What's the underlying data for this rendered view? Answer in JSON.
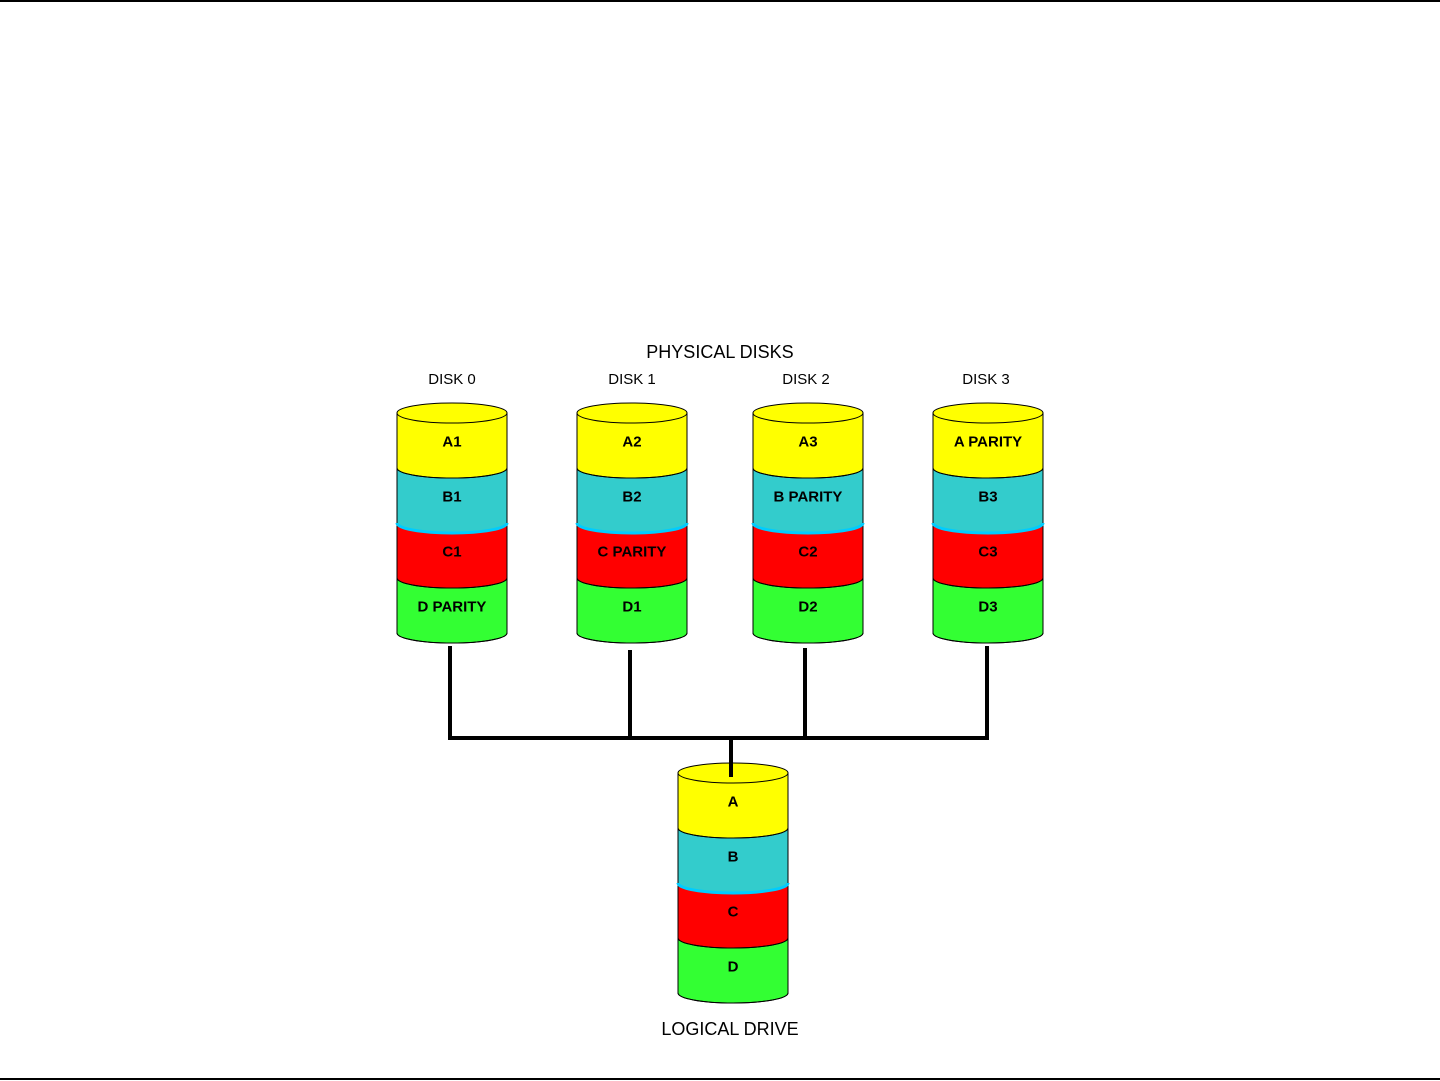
{
  "title": "PHYSICAL DISKS",
  "footer": "LOGICAL DRIVE",
  "colors": {
    "A": "#ffff00",
    "B": "#33cccc",
    "B_edge": "#00ccff",
    "C": "#ff0000",
    "D": "#33ff33"
  },
  "disks": [
    {
      "name": "DISK 0",
      "segments": [
        "A1",
        "B1",
        "C1",
        "D PARITY"
      ]
    },
    {
      "name": "DISK 1",
      "segments": [
        "A2",
        "B2",
        "C PARITY",
        "D1"
      ]
    },
    {
      "name": "DISK 2",
      "segments": [
        "A3",
        "B PARITY",
        "C2",
        "D2"
      ]
    },
    {
      "name": "DISK 3",
      "segments": [
        "A PARITY",
        "B3",
        "C3",
        "D3"
      ]
    }
  ],
  "logical": {
    "segments": [
      "A",
      "B",
      "C",
      "D"
    ]
  }
}
